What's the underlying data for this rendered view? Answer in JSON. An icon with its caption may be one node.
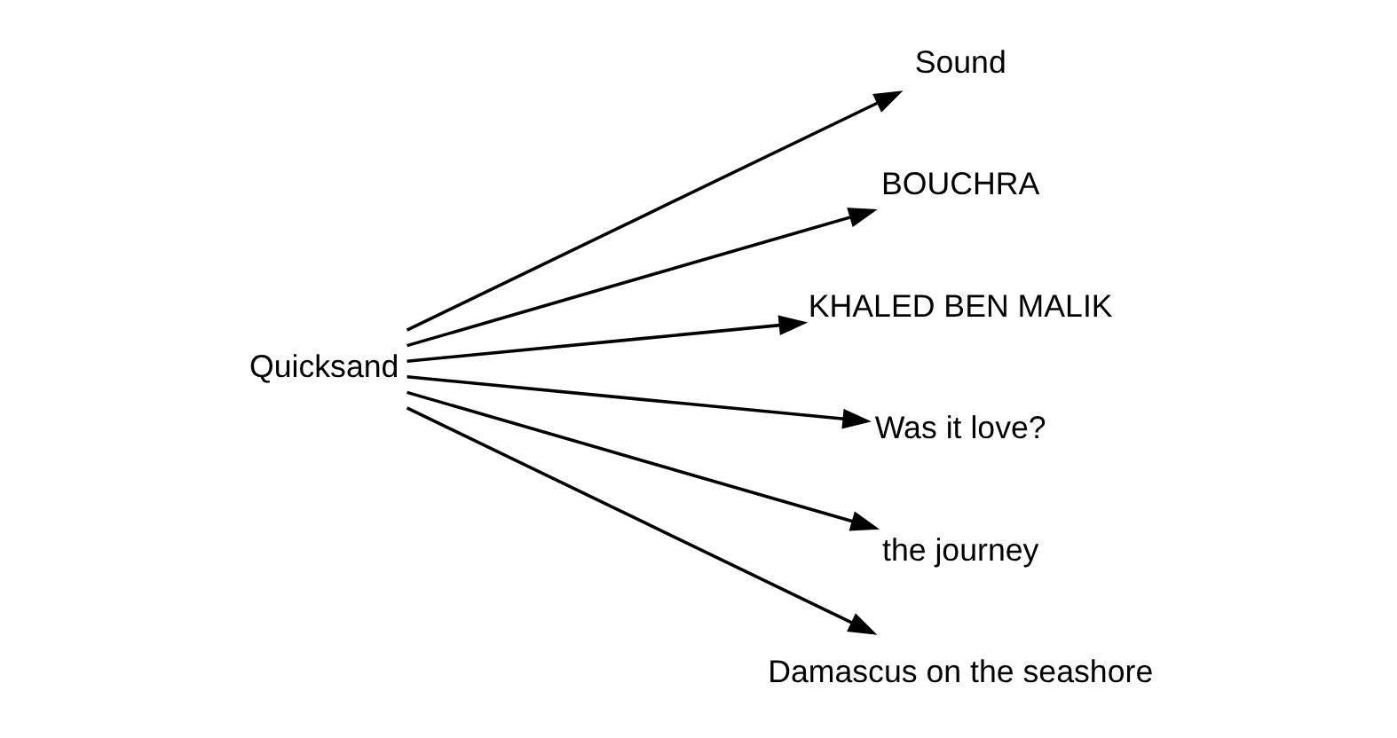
{
  "diagram": {
    "nodes": [
      {
        "text": [
          "Quicksand"
        ]
      },
      {
        "text": [
          "Sound"
        ]
      },
      {
        "text": [
          "BOUCHRA"
        ]
      },
      {
        "text": [
          "KHALED BEN MALIK"
        ]
      },
      {
        "text": [
          "Was it love?"
        ]
      },
      {
        "text": [
          "the journey"
        ]
      },
      {
        "text": [
          "Damascus on the seashore"
        ]
      }
    ],
    "edges": [
      {
        "from": 0,
        "to": 1,
        "arrow": "to"
      },
      {
        "from": 0,
        "to": 2,
        "arrow": "to"
      },
      {
        "from": 0,
        "to": 3,
        "arrow": "to"
      },
      {
        "from": 0,
        "to": 4,
        "arrow": "to"
      },
      {
        "from": 0,
        "to": 5,
        "arrow": "to"
      },
      {
        "from": 0,
        "to": 6,
        "arrow": "to"
      }
    ]
  }
}
